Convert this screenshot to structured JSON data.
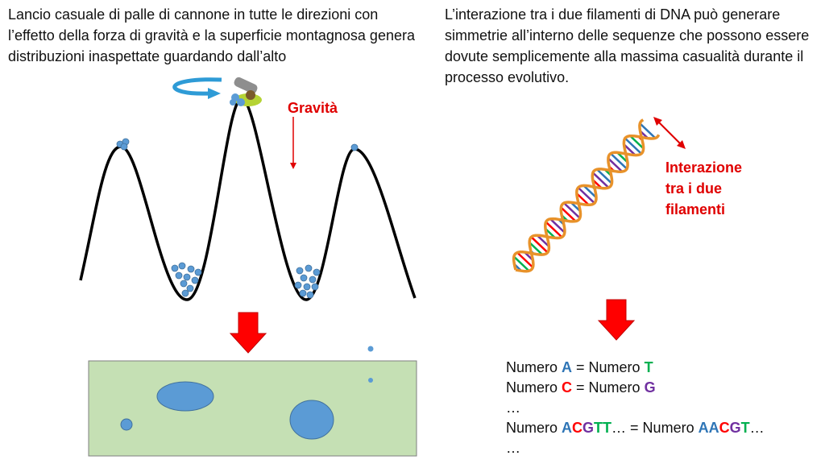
{
  "left_text": "Lancio casuale di palle di cannone in tutte le direzioni con l’effetto della forza di gravità e la superficie montagnosa genera distribuzioni inaspettate guardando dall’alto",
  "right_text": "L’interazione tra i due filamenti di DNA può generare simmetrie all’interno delle sequenze che possono essere dovute semplicemente alla massima casualità durante il processo evolutivo.",
  "gravity_label": "Gravità",
  "interaction_label": [
    "Interazione",
    "tra i due",
    "filamenti"
  ],
  "colors": {
    "A": "#2e75b6",
    "T": "#00b050",
    "C": "#ff0000",
    "G": "#7030a0",
    "accent_red": "#e00000",
    "field": "#c5e0b4",
    "ball": "#5b9bd5"
  },
  "formulas": [
    [
      {
        "t": "Numero "
      },
      {
        "t": "A",
        "c": "A"
      },
      {
        "t": " = Numero "
      },
      {
        "t": "T",
        "c": "T"
      }
    ],
    [
      {
        "t": "Numero "
      },
      {
        "t": "C",
        "c": "C"
      },
      {
        "t": " = Numero "
      },
      {
        "t": "G",
        "c": "G"
      }
    ],
    [
      {
        "t": "…"
      }
    ],
    [
      {
        "t": "Numero "
      },
      {
        "t": "A",
        "c": "A"
      },
      {
        "t": "C",
        "c": "C"
      },
      {
        "t": "G",
        "c": "G"
      },
      {
        "t": "TT",
        "c": "T"
      },
      {
        "t": "… = Numero "
      },
      {
        "t": "AA",
        "c": "A"
      },
      {
        "t": "C",
        "c": "C"
      },
      {
        "t": "G",
        "c": "G"
      },
      {
        "t": "T",
        "c": "T"
      },
      {
        "t": "…"
      }
    ],
    [
      {
        "t": "…"
      }
    ]
  ]
}
